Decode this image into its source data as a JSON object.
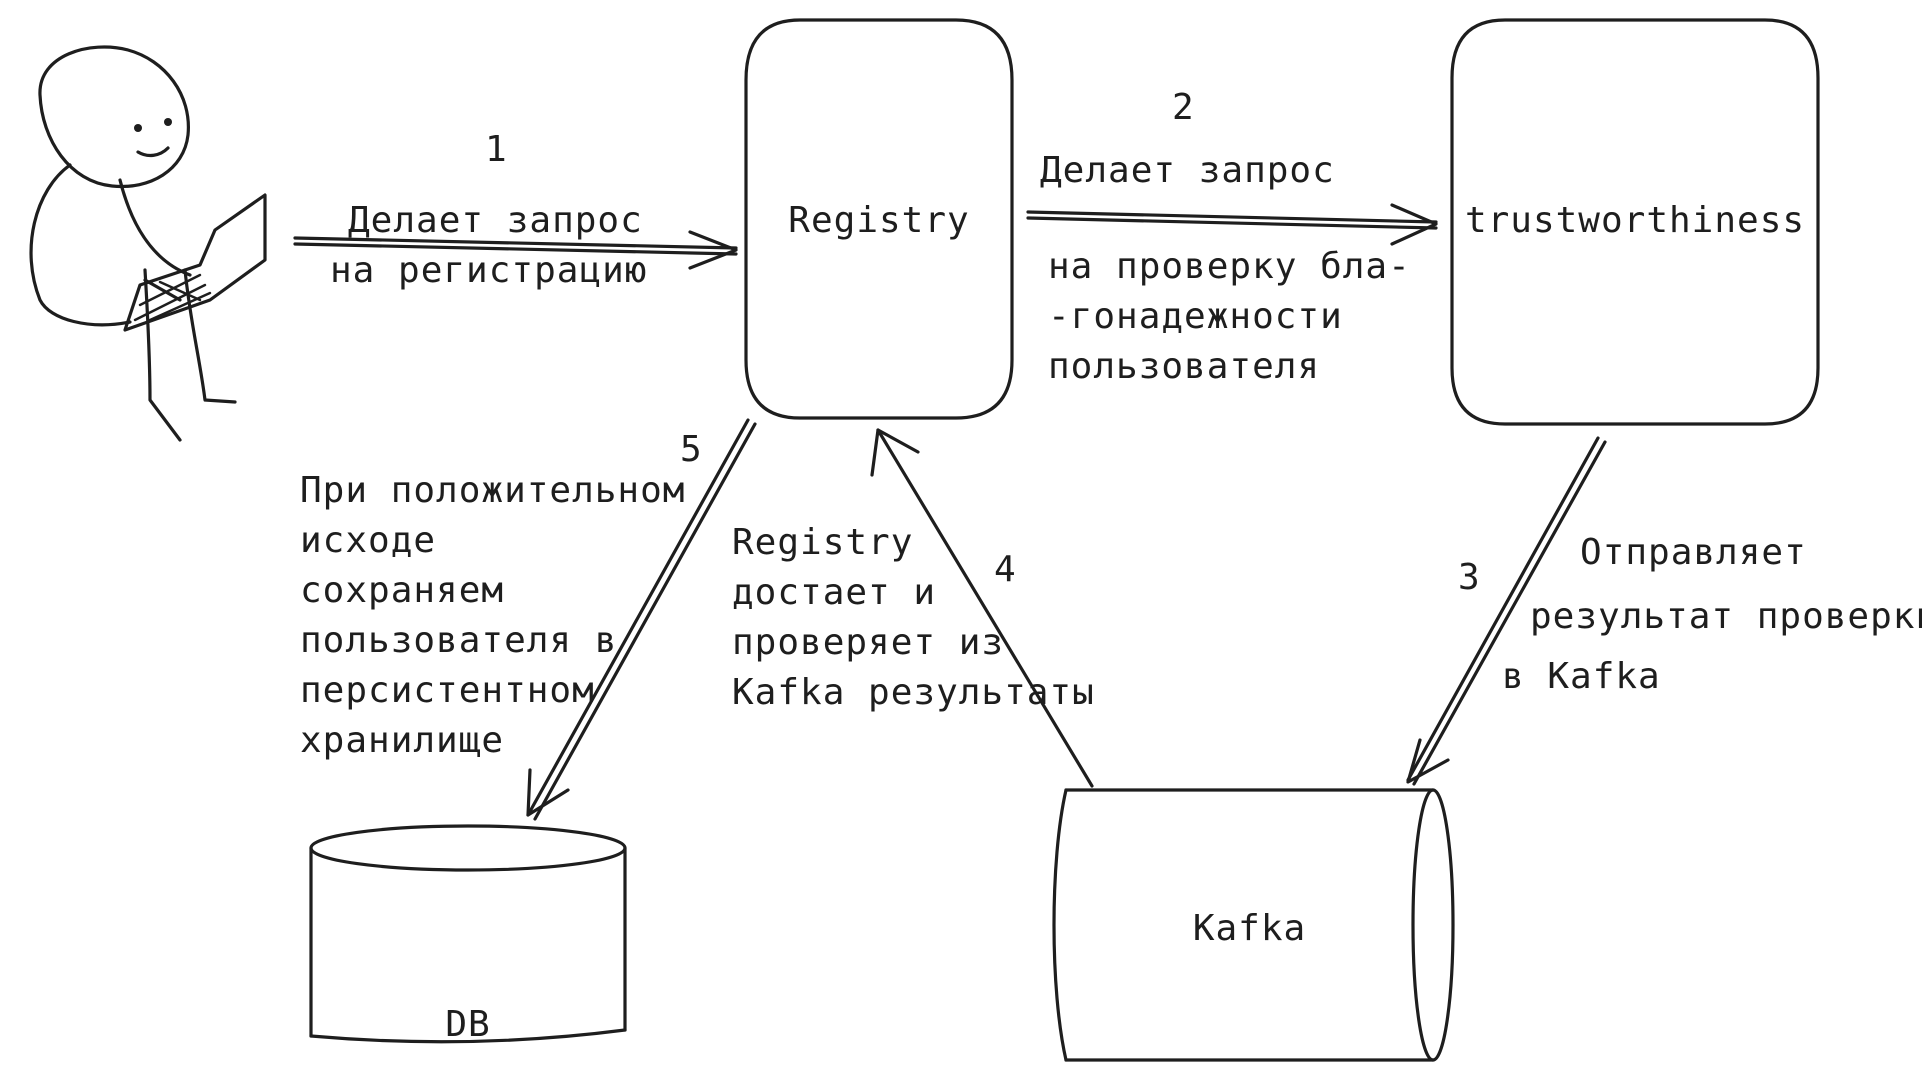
{
  "nodes": {
    "registry": "Registry",
    "trust": "trustworthiness",
    "kafka": "Kafka",
    "db": "DB"
  },
  "steps": {
    "s1": {
      "num": "1",
      "line1": "Делает запрос",
      "line2": "на регистрацию"
    },
    "s2": {
      "num": "2",
      "line1": "Делает запрос",
      "line2": "на проверку бла-",
      "line3": "-гонадежности",
      "line4": "пользователя"
    },
    "s3": {
      "num": "3",
      "line1": "Отправляет",
      "line2": "результат проверки",
      "line3": "в Kafka"
    },
    "s4": {
      "num": "4",
      "line1": "Registry",
      "line2": "достает и",
      "line3": "проверяет из",
      "line4": "Kafka результаты"
    },
    "s5": {
      "num": "5",
      "line1": "При положительном",
      "line2": "исходе",
      "line3": "сохраняем",
      "line4": "пользователя в",
      "line5": "персистентном",
      "line6": "хранилище"
    }
  }
}
